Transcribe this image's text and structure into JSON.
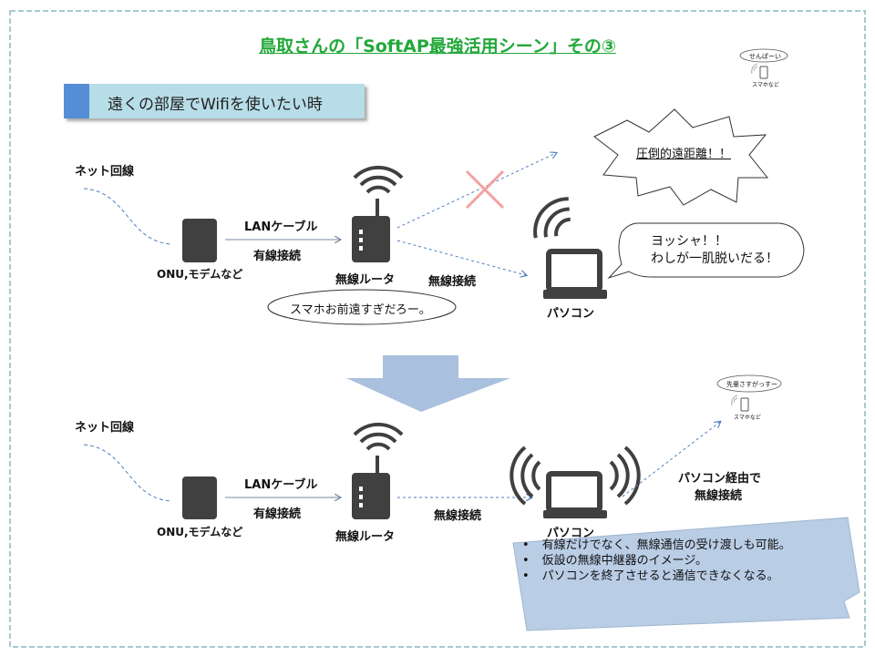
{
  "title": "鳥取さんの「SoftAP最強活用シーン」その③",
  "heading": "遠くの部屋でWifiを使いたい時",
  "colors": {
    "title": "#22a83a",
    "heading_bg": "#b7dde8",
    "heading_bar": "#558ed5",
    "device": "#404040",
    "dash": "#4f7fc0",
    "note_bg": "#b9cde5",
    "cross": "#f4a0a0",
    "border": "#a8c8d0"
  },
  "top": {
    "net_label": "ネット回線",
    "onu_label": "ONU,モデムなど",
    "cable_label": "LANケーブル",
    "wired_label": "有線接続",
    "router_label": "無線ルータ",
    "wireless_label": "無線接続",
    "pc_label": "パソコン",
    "burst_text": "圧倒的遠距離！！",
    "router_bubble": "スマホお前遠すぎだろー。",
    "pc_bubble_line1": "ヨッシャ！！",
    "pc_bubble_line2": "わしが一肌脱いだる！",
    "phone_bubble": "せんぱーい",
    "phone_label": "スマホなど"
  },
  "bottom": {
    "net_label": "ネット回線",
    "onu_label": "ONU,モデムなど",
    "cable_label": "LANケーブル",
    "wired_label": "有線接続",
    "router_label": "無線ルータ",
    "wireless_label": "無線接続",
    "pc_label": "パソコン",
    "via_line1": "パソコン経由で",
    "via_line2": "無線接続",
    "phone_bubble": "先輩さすがっすー",
    "phone_label": "スマホなど"
  },
  "notes": [
    {
      "bullet": "•",
      "text": "有線だけでなく、無線通信の受け渡しも可能。"
    },
    {
      "bullet": "•",
      "text": "仮設の無線中継器のイメージ。"
    },
    {
      "bullet": "•",
      "text": "パソコンを終了させると通信できなくなる。"
    }
  ]
}
